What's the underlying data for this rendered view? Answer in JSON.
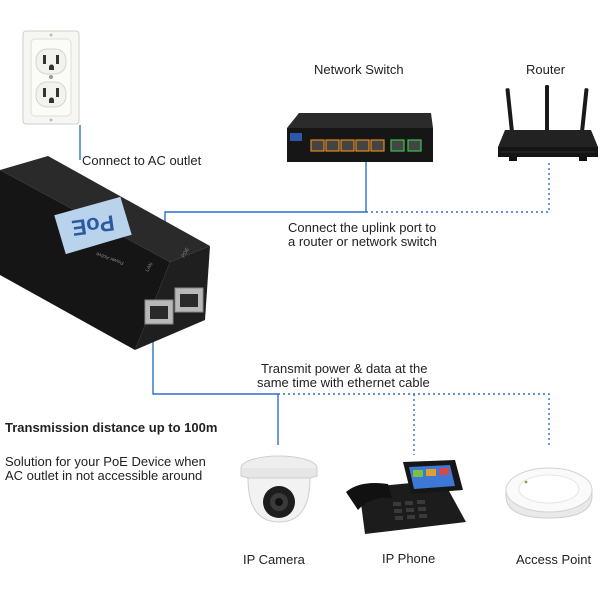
{
  "labels": {
    "network_switch": "Network Switch",
    "router": "Router",
    "ac_outlet": "Connect to AC outlet",
    "uplink_line1": "Connect the uplink port to",
    "uplink_line2": "a router or network switch",
    "transmit_line1": "Transmit power & data at the",
    "transmit_line2": "same time with ethernet cable",
    "distance": "Transmission distance up to 100m",
    "solution_line1": "Solution for your PoE Device when",
    "solution_line2": "AC outlet in not accessible around",
    "ip_camera": "IP Camera",
    "ip_phone": "IP Phone",
    "access_point": "Access Point"
  },
  "injector": {
    "badge": "PoE",
    "small_text": "Power Active",
    "port_lan": "LAN",
    "port_poe": "POE"
  },
  "icons": [
    "power-outlet-icon",
    "poe-injector-icon",
    "network-switch-icon",
    "router-icon",
    "ip-camera-icon",
    "ip-phone-icon",
    "access-point-icon"
  ],
  "colors": {
    "cable_solid": "#2f6fd1",
    "cable_dotted": "#2f6fd1",
    "device_black": "#1a1a1a",
    "port_green": "#3cc24a",
    "port_orange": "#e38a1f",
    "badge_blue": "#b9d3ec"
  }
}
